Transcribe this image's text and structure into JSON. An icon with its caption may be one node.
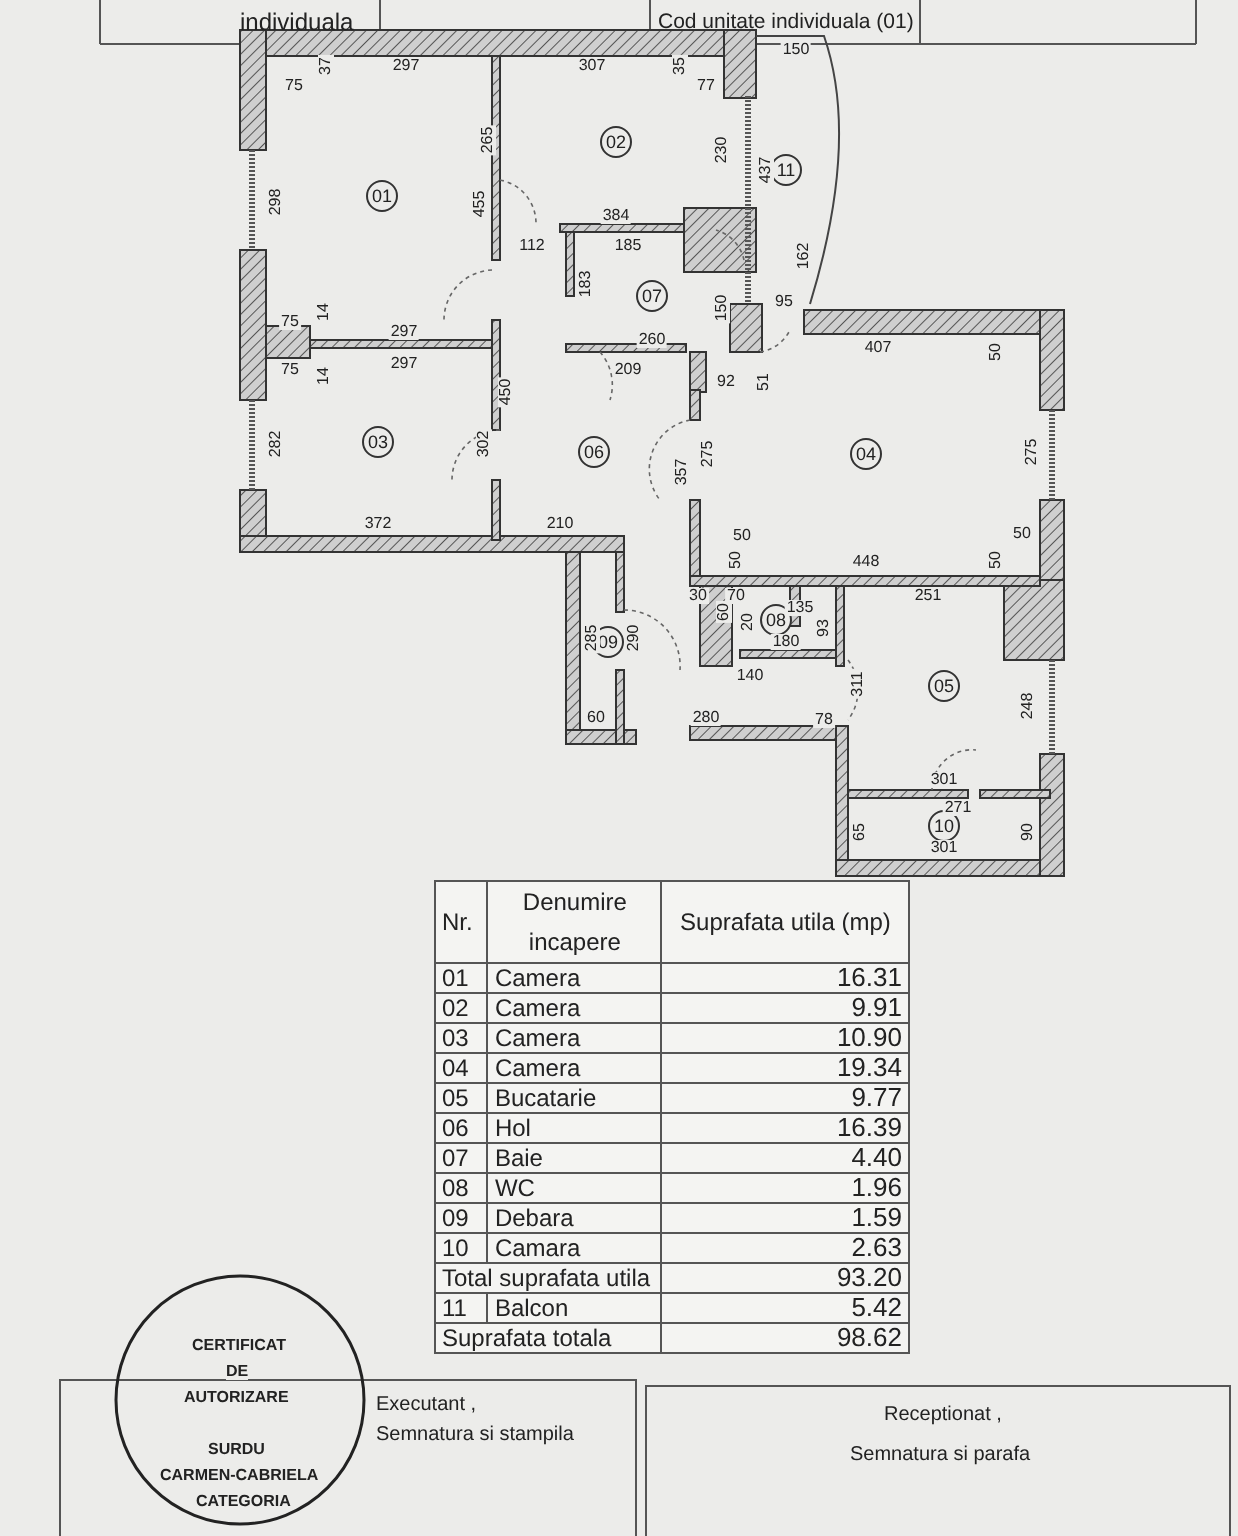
{
  "diagram": {
    "nodes": [
      {
        "text": [
          "02"
        ]
      },
      {
        "text": [
          "11"
        ]
      },
      {
        "text": [
          "01"
        ]
      },
      {
        "text": [
          "07"
        ]
      },
      {
        "text": [
          "03"
        ]
      },
      {
        "text": [
          "06"
        ]
      },
      {
        "text": [
          "04"
        ]
      },
      {
        "text": [
          "08"
        ]
      },
      {
        "text": [
          "09"
        ]
      },
      {
        "text": [
          "05"
        ]
      },
      {
        "text": [
          "10"
        ]
      }
    ],
    "labels": [
      "individuala",
      "Cod unitate individuala (01)",
      "150",
      "37",
      "297",
      "307",
      "35",
      "75",
      "77",
      "265",
      "230",
      "437",
      "298",
      "455",
      "384",
      "112",
      "185",
      "162",
      "183",
      "95",
      "150",
      "14",
      "75",
      "297",
      "260",
      "407",
      "50",
      "297",
      "75",
      "14",
      "209",
      "92",
      "51",
      "450",
      "282",
      "302",
      "275",
      "275",
      "357",
      "372",
      "210",
      "50",
      "50",
      "50",
      "448",
      "50",
      "30",
      "70",
      "251",
      "60",
      "135",
      "20",
      "93",
      "285",
      "290",
      "180",
      "140",
      "311",
      "248",
      "60",
      "280",
      "78",
      "301",
      "271",
      "65",
      "90",
      "301",
      "Nr.",
      "Denumire incapere",
      "Suprafata utila (mp)",
      "01",
      "Camera",
      "16.31",
      "02",
      "Camera",
      "9.91",
      "03",
      "Camera",
      "10.90",
      "04",
      "Camera",
      "19.34",
      "05",
      "Bucatarie",
      "9.77",
      "06",
      "Hol",
      "16.39",
      "07",
      "Baie",
      "4.40",
      "08",
      "WC",
      "1.96",
      "09",
      "Debara",
      "1.59",
      "10",
      "Camara",
      "2.63",
      "Total suprafata utila",
      "93.20",
      "11",
      "Balcon",
      "5.42",
      "Suprafata totala",
      "98.62",
      "CERTIFICAT",
      "DE",
      "AUTORIZARE",
      "SURDU",
      "CARMEN-CABRIELA",
      "CATEGORIA",
      "Executant ,",
      "Semnatura si stampila",
      "Receptionat ,",
      "Semnatura si parafa"
    ]
  }
}
